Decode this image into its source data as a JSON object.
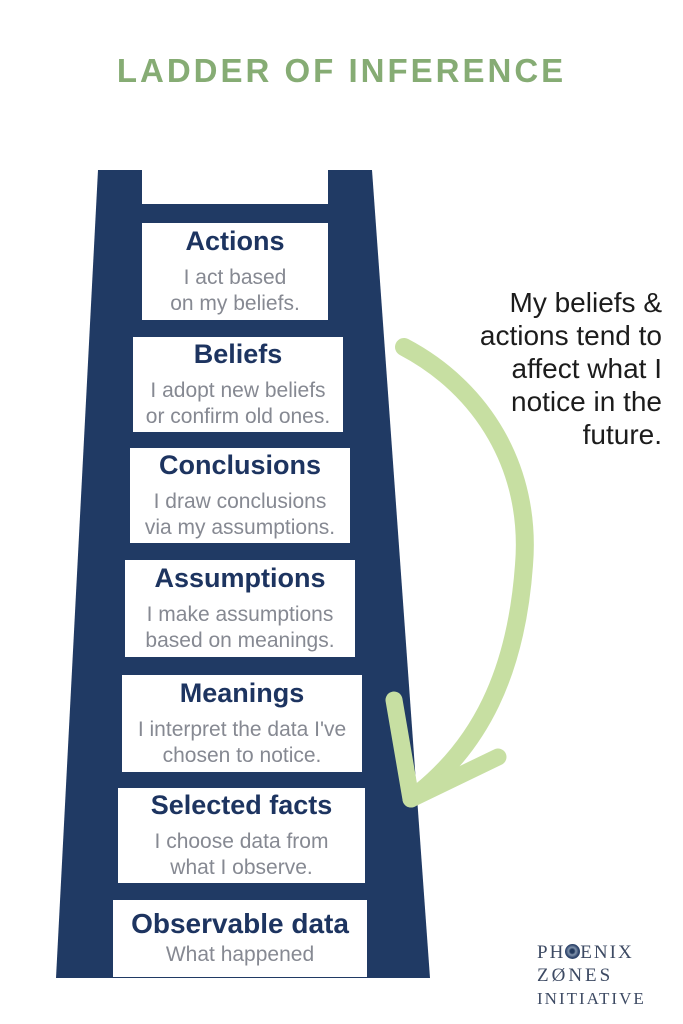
{
  "page": {
    "title": "LADDER OF INFERENCE"
  },
  "colors": {
    "ladder_navy": "#203a64",
    "rung_title_navy": "#1d3460",
    "subtitle_gray": "#868992",
    "title_green": "#86ac74",
    "arrow_green": "#c7dfa2",
    "annotation_black": "#1c1c1c",
    "logo_navy": "#3d4a63",
    "background": "#ffffff"
  },
  "ladder": {
    "rungs": [
      {
        "title": "Actions",
        "subtitle": "I act based\non my beliefs."
      },
      {
        "title": "Beliefs",
        "subtitle": "I adopt new beliefs\nor confirm old ones."
      },
      {
        "title": "Conclusions",
        "subtitle": "I draw conclusions\nvia my assumptions."
      },
      {
        "title": "Assumptions",
        "subtitle": "I make assumptions\nbased on meanings."
      },
      {
        "title": "Meanings",
        "subtitle": "I interpret the data I've\nchosen to notice."
      },
      {
        "title": "Selected facts",
        "subtitle": "I choose data from\nwhat I observe."
      },
      {
        "title": "Observable data",
        "subtitle": "What happened"
      }
    ]
  },
  "annotation": {
    "text": "My beliefs &\nactions tend to\naffect what I\nnotice in the\nfuture."
  },
  "icons": {
    "arrow": "curved-down-arrow-icon",
    "phoenix_eye": "phoenix-eye-icon"
  },
  "logo": {
    "line1_pre": "PH",
    "line1_post": "ENIX",
    "line2": "ZØNES",
    "line3": "INITIATIVE"
  }
}
